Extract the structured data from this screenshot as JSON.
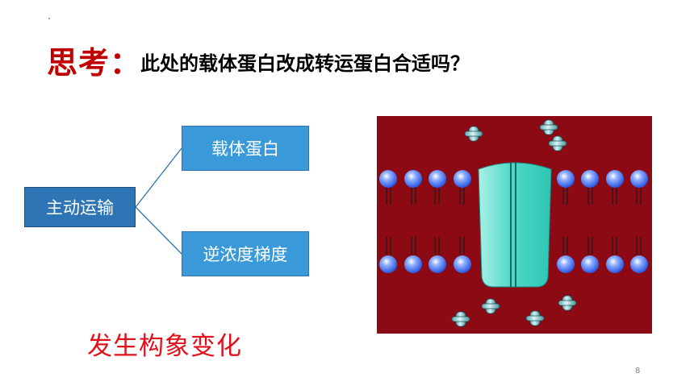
{
  "slide": {
    "title_prefix": "思考：",
    "title_text": "此处的载体蛋白改成转运蛋白合适吗？",
    "page_number": "8"
  },
  "diagram": {
    "root_label": "主动运输",
    "branch_1_label": "载体蛋白",
    "branch_2_label": "逆浓度梯度"
  },
  "conclusion": {
    "text": "发生构象变化"
  },
  "figure": {
    "background_color": "#8b0a14",
    "protein_color": "#45d6c4",
    "lipid_head_color": "#3b6cf0"
  }
}
